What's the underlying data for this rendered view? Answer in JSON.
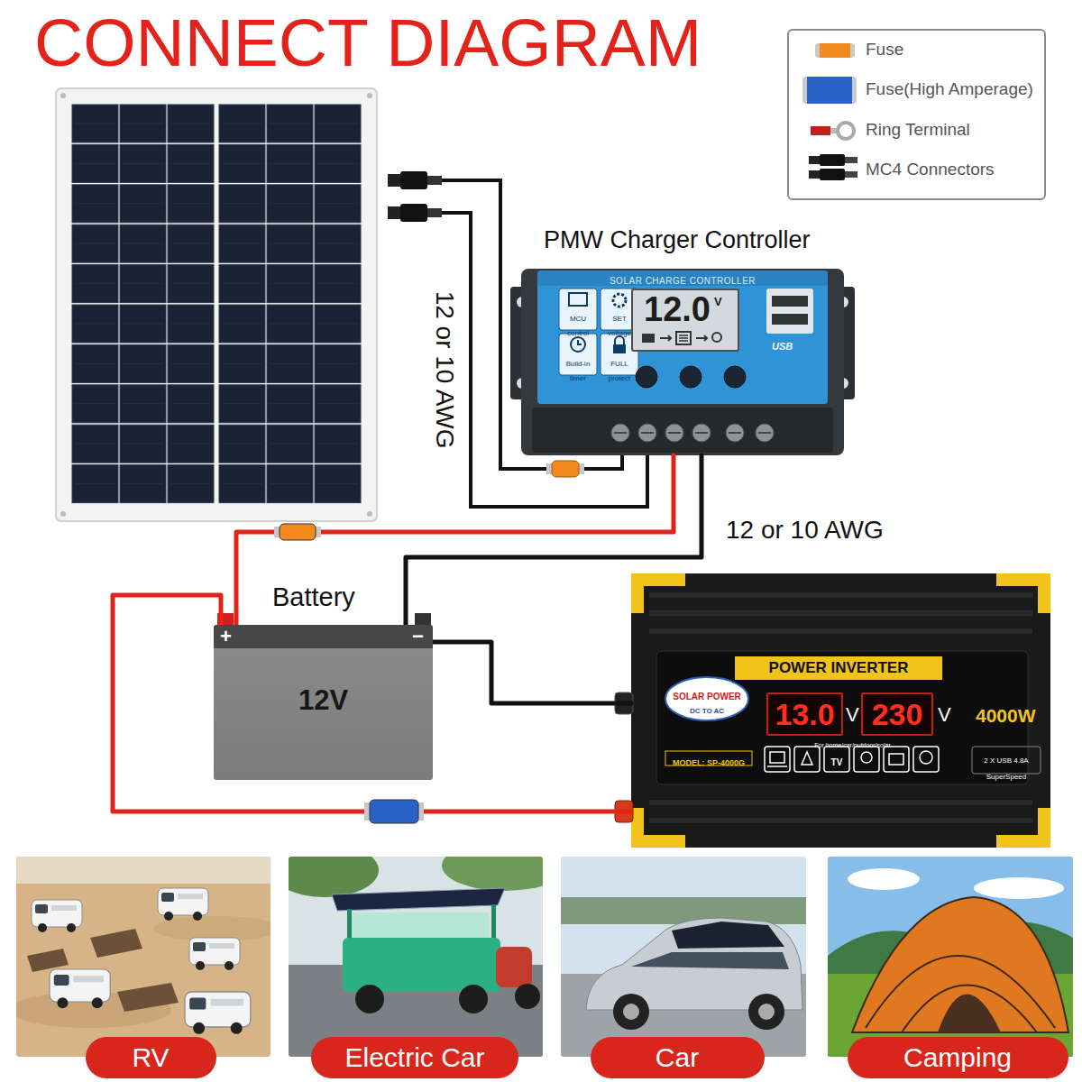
{
  "diagram": {
    "title": "CONNECT DIAGRAM",
    "nodes": [
      {
        "text": [
          "PMW Charger Controller",
          "SOLAR CHARGE CONTROLLER",
          "MCU control",
          "SET voltage",
          "Build-in timer",
          "FULL protect",
          "USB"
        ]
      },
      {
        "text": [
          "12.0",
          "V"
        ],
        "in": 0
      },
      {
        "text": [
          "Battery",
          "+",
          "−",
          "12V"
        ]
      },
      {
        "text": [
          "POWER INVERTER",
          "SOLAR POWER",
          "DC TO AC",
          "V",
          "V",
          "4000W",
          "MODEL: SP-4000G",
          "For home/car/outdoor/solar",
          "TV",
          "2 X USB 4.8A SuperSpeed"
        ]
      },
      {
        "text": [
          "13.0"
        ],
        "in": 3
      },
      {
        "text": [
          "230"
        ],
        "in": 3
      },
      {
        "text": [
          "RV"
        ]
      },
      {
        "text": [
          "Electric Car"
        ]
      },
      {
        "text": [
          "Car"
        ]
      },
      {
        "text": [
          "Camping"
        ]
      }
    ],
    "edges": [
      {
        "from": 0,
        "to": 2,
        "arrow": "none"
      },
      {
        "from": 0,
        "to": 2,
        "arrow": "none"
      },
      {
        "from": 2,
        "to": 3,
        "arrow": "none"
      },
      {
        "from": 2,
        "to": 3,
        "arrow": "none"
      }
    ],
    "labels": [
      "12 or 10 AWG",
      "12 or 10 AWG"
    ],
    "legend": [
      {
        "text": "Fuse",
        "color": "#f28a1e"
      },
      {
        "text": "Fuse(High Amperage)",
        "color": "#2b62c8"
      },
      {
        "text": "Ring Terminal"
      },
      {
        "text": "MC4 Connectors"
      }
    ]
  }
}
